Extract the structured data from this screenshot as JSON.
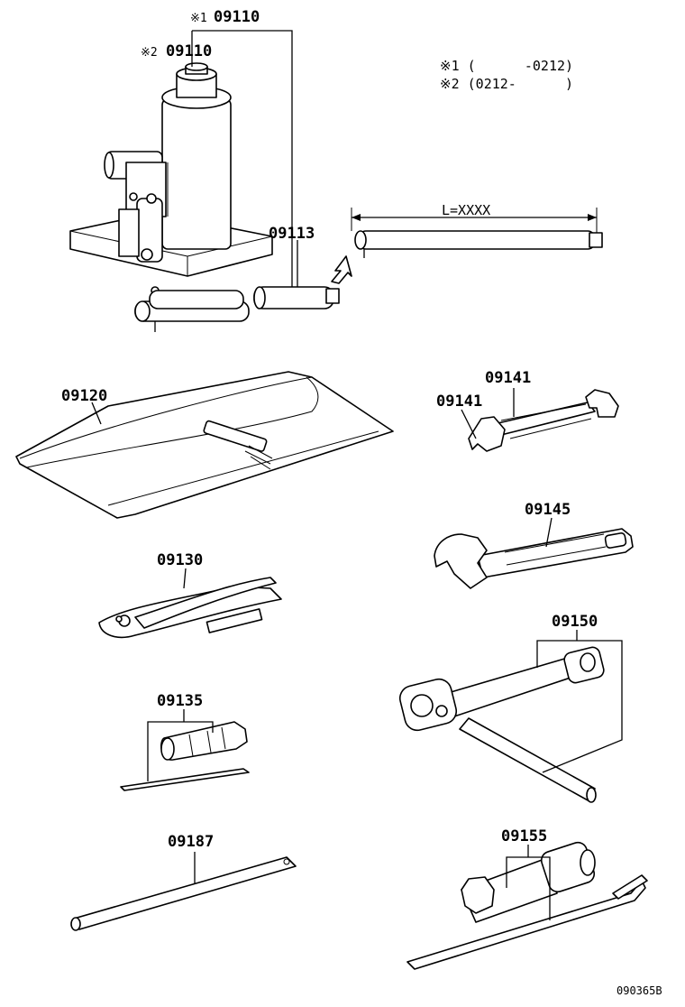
{
  "diagram": {
    "legend": {
      "note1": "※1 (      -0212)",
      "note2": "※2 (0212-      )"
    },
    "labels": {
      "jack_1_mark": "※1",
      "jack_1": "09110",
      "jack_2_mark": "※2",
      "jack_2": "09110",
      "handle": "09113",
      "length": "L=XXXX",
      "bag": "09120",
      "wrench_a": "09141",
      "wrench_b": "09141",
      "pliers": "09130",
      "adjustable_wrench": "09145",
      "screwdriver": "09135",
      "lug_wrench": "09150",
      "bar": "09187",
      "plug_wrench": "09155"
    },
    "figure_code": "090365B"
  }
}
